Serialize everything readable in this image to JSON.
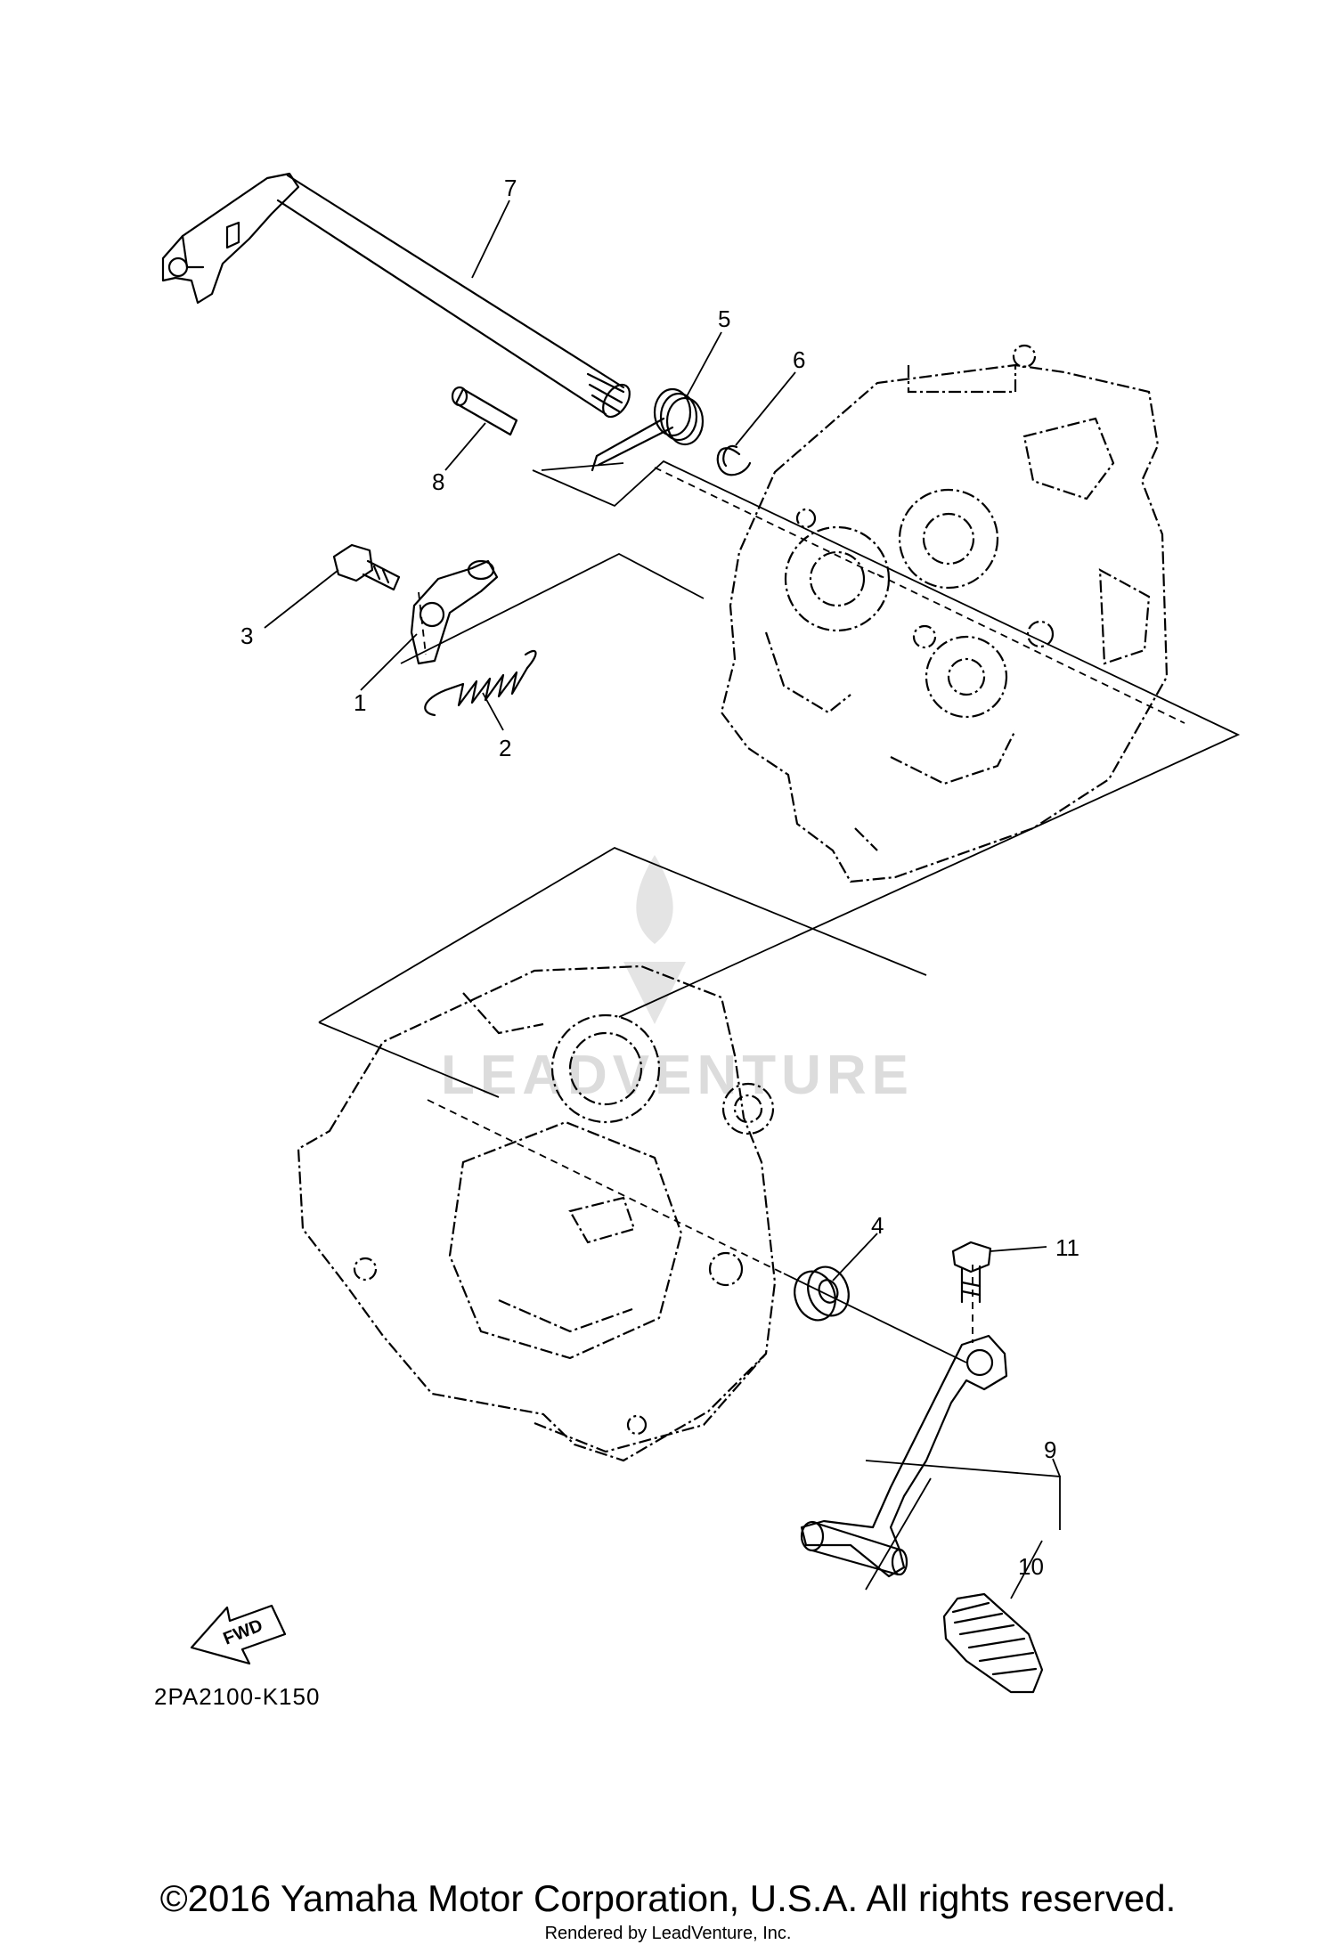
{
  "callouts": [
    {
      "id": "1",
      "label": "1"
    },
    {
      "id": "2",
      "label": "2"
    },
    {
      "id": "3",
      "label": "3"
    },
    {
      "id": "4",
      "label": "4"
    },
    {
      "id": "5",
      "label": "5"
    },
    {
      "id": "6",
      "label": "6"
    },
    {
      "id": "7",
      "label": "7"
    },
    {
      "id": "8",
      "label": "8"
    },
    {
      "id": "9",
      "label": "9"
    },
    {
      "id": "10",
      "label": "10"
    },
    {
      "id": "11",
      "label": "11"
    }
  ],
  "fwd_label": "FWD",
  "diagram_code": "2PA2100-K150",
  "watermark": "LEADVENTURE",
  "copyright": "©2016 Yamaha Motor Corporation, U.S.A. All rights reserved.",
  "rendered_by": "Rendered by LeadVenture, Inc."
}
